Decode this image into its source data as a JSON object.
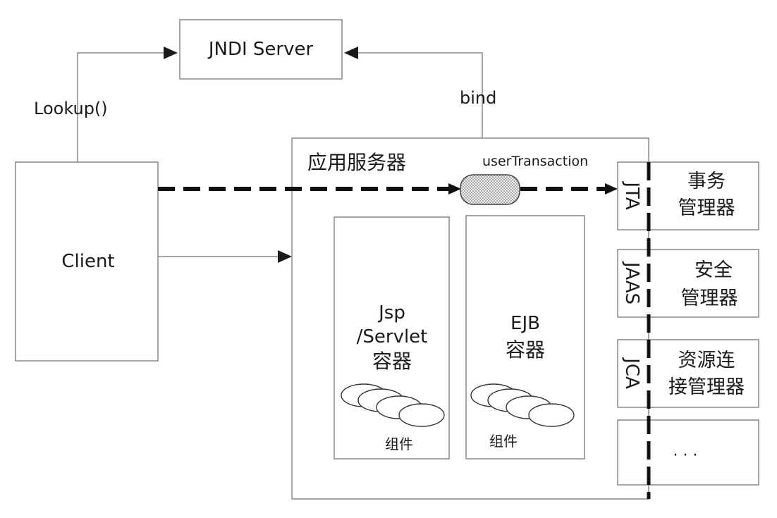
{
  "jndi_server": {
    "label": "JNDI Server"
  },
  "edges": {
    "lookup": "Lookup()",
    "bind": "bind"
  },
  "client": {
    "label": "Client"
  },
  "app_server": {
    "label": "应用服务器",
    "user_transaction": "userTransaction"
  },
  "jsp_container": {
    "line1": "Jsp",
    "line2": "/Servlet",
    "line3": "容器",
    "components": "组件"
  },
  "ejb_container": {
    "line1": "EJB",
    "line2": "容器",
    "components": "组件"
  },
  "services": [
    {
      "api": "JTA",
      "line1": "事务",
      "line2": "管理器"
    },
    {
      "api": "JAAS",
      "line1": "安全",
      "line2": "管理器"
    },
    {
      "api": "JCA",
      "line1": "资源连",
      "line2": "接管理器"
    },
    {
      "api": "",
      "line1": "· · ·",
      "line2": ""
    }
  ]
}
